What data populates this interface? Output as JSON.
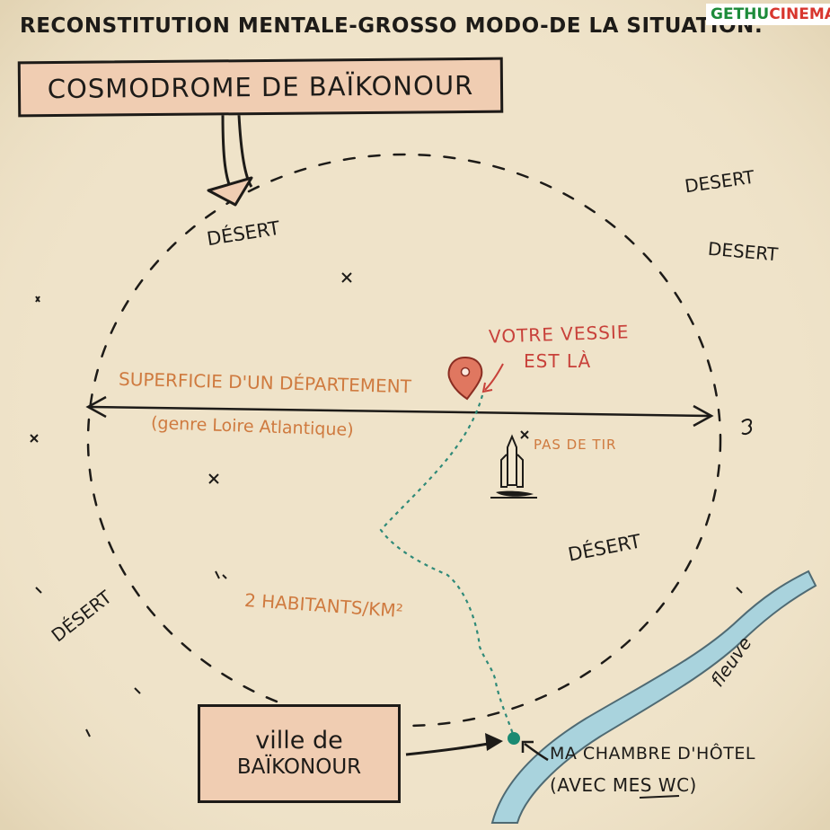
{
  "header": {
    "title": "RECONSTITUTION MENTALE-GROSSO MODO-DE LA SITUATION:"
  },
  "watermark": {
    "part1": "GETHU",
    "part2": "CINEMA"
  },
  "cosmodrome": {
    "label": "COSMODROME DE BAÏKONOUR"
  },
  "deserts": {
    "top_left": "DÉSERT",
    "top_right_1": "DESERT",
    "top_right_2": "DESERT",
    "center_right": "DÉSERT",
    "bottom_left": "DÉSERT"
  },
  "bladder": {
    "line1": "VOTRE VESSIE",
    "line2": "EST LÀ"
  },
  "launch_pad": {
    "label": "PAS DE TIR"
  },
  "area": {
    "line1": "SUPERFICIE D'UN DÉPARTEMENT",
    "line2": "(genre Loire Atlantique)"
  },
  "density": {
    "label": "2 HABITANTS/KM²"
  },
  "river": {
    "label": "fleuve"
  },
  "city": {
    "line1": "ville de",
    "line2": "BAÏKONOUR"
  },
  "hotel": {
    "line1": "MA CHAMBRE D'HÔTEL",
    "line2_prefix": "(AVEC ",
    "line2_mes": "MES",
    "line2_suffix": " WC)"
  },
  "colors": {
    "paper": "#efe3c9",
    "ink": "#1d1b18",
    "box_fill": "#f0cdb2",
    "orange": "#cf7a3f",
    "red": "#c8413a",
    "path_teal": "#2f8a78",
    "river": "#a9d3dd",
    "dot": "#1a8a72"
  },
  "icons": [
    "location-pin-icon",
    "rocket-icon"
  ]
}
